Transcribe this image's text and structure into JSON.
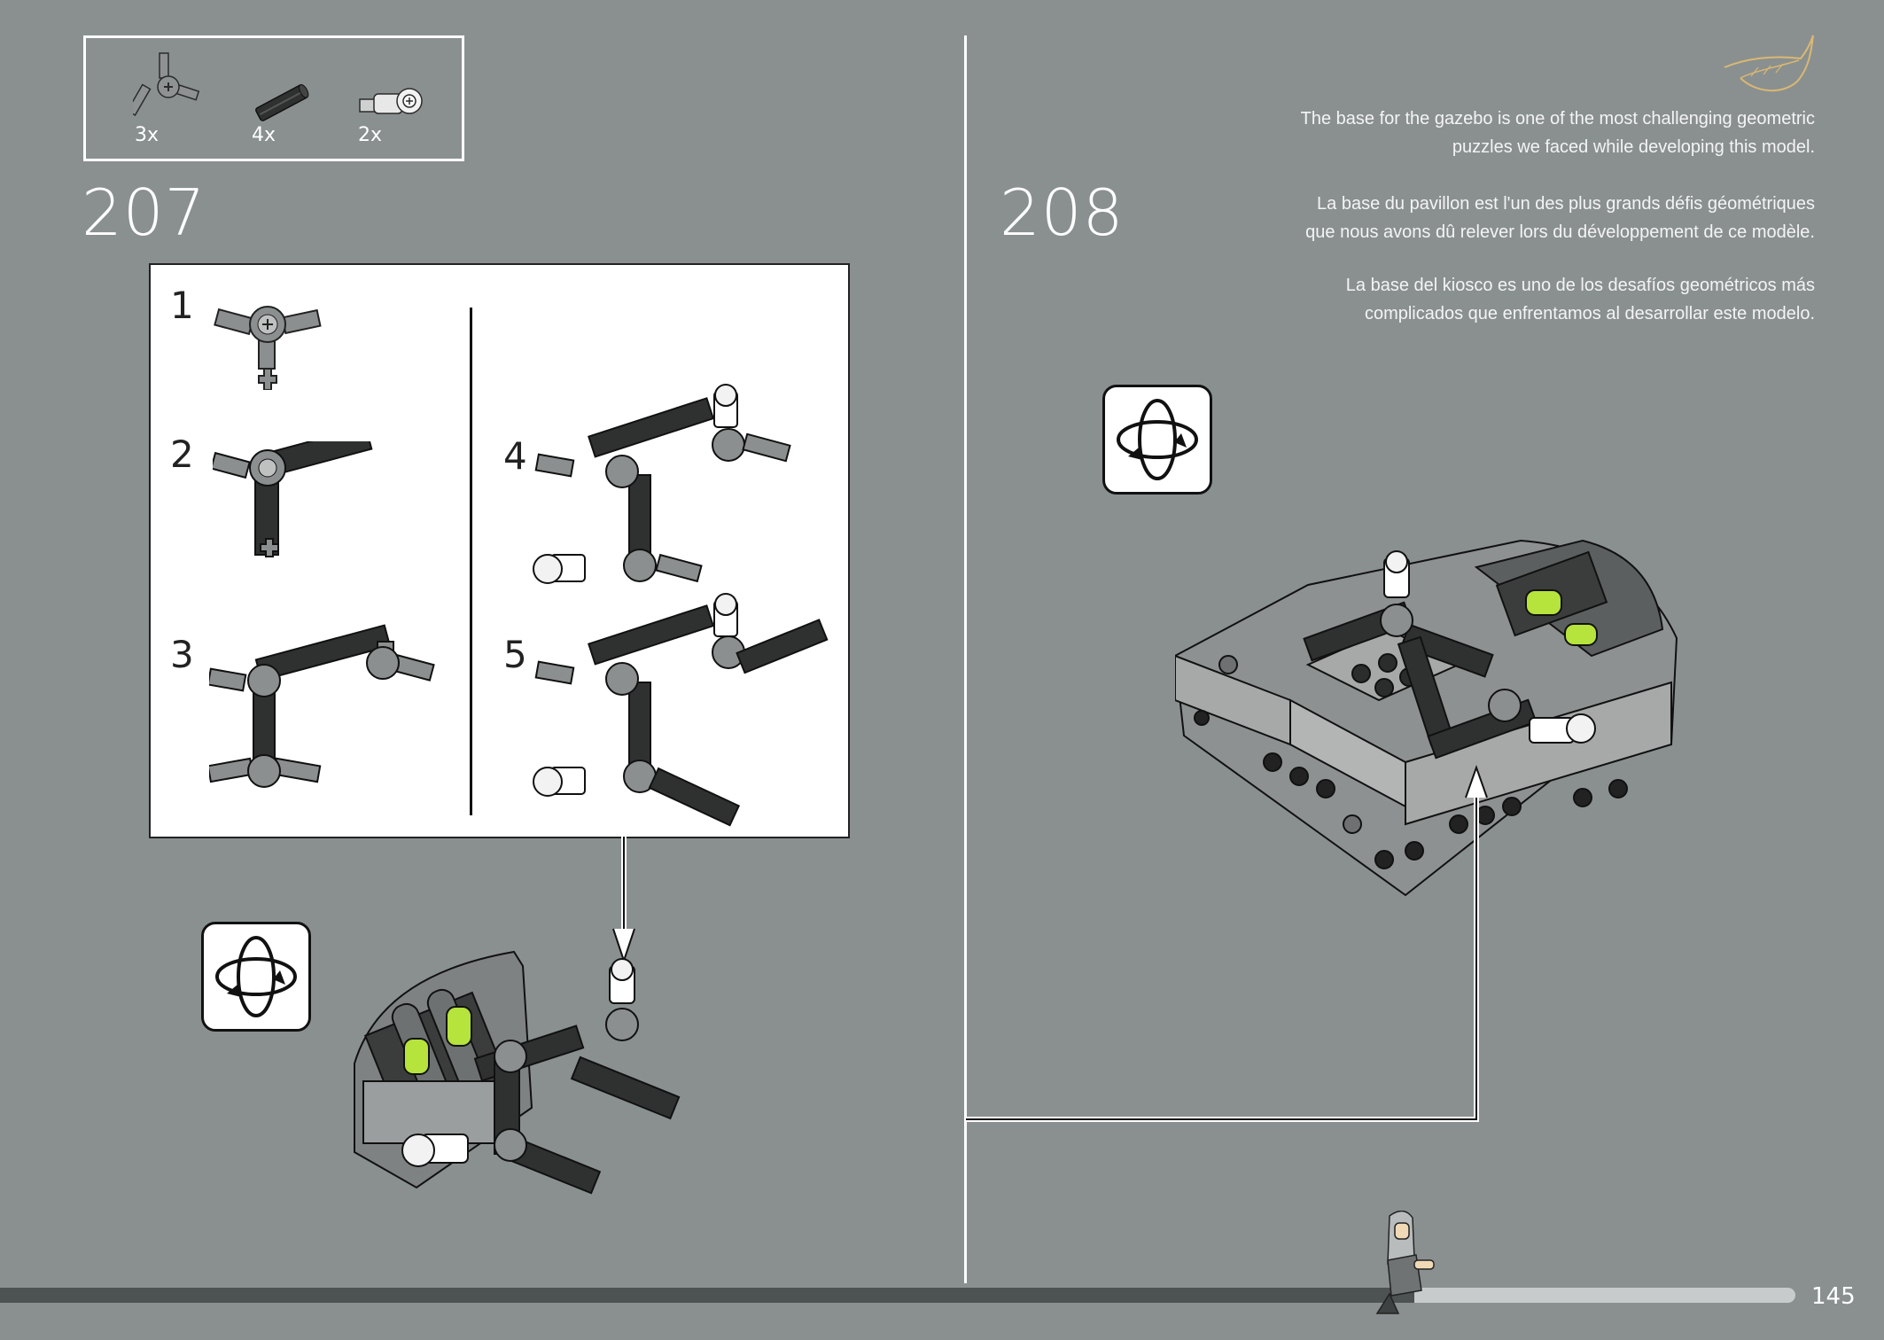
{
  "parts": [
    {
      "qty": "3x",
      "icon": "connector-3way-icon"
    },
    {
      "qty": "4x",
      "icon": "axle-icon"
    },
    {
      "qty": "2x",
      "icon": "pin-connector-icon"
    }
  ],
  "step_left": "207",
  "step_right": "208",
  "sub_steps": [
    "1",
    "2",
    "3",
    "4",
    "5"
  ],
  "description": {
    "en": [
      "The base for the gazebo is one of the most challenging geometric",
      "puzzles we faced while developing this model."
    ],
    "fr": [
      "La base du pavillon est l'un des plus grands défis géométriques",
      "que nous avons dû relever lors du développement de ce modèle."
    ],
    "es": [
      "La base del kiosco es uno de los desafíos geométricos más",
      "complicados que enfrentamos al desarrollar este modelo."
    ]
  },
  "page_number": "145",
  "colors": {
    "background": "#8a9090",
    "accent_green": "#b6e33c",
    "brick_dark": "#3b3d3d",
    "brick_light": "#a7a9a9",
    "logo_gold": "#d9b873"
  },
  "icons": [
    "rotate-model-icon",
    "leaf-logo-icon",
    "progress-bar",
    "minifigure-icon"
  ]
}
